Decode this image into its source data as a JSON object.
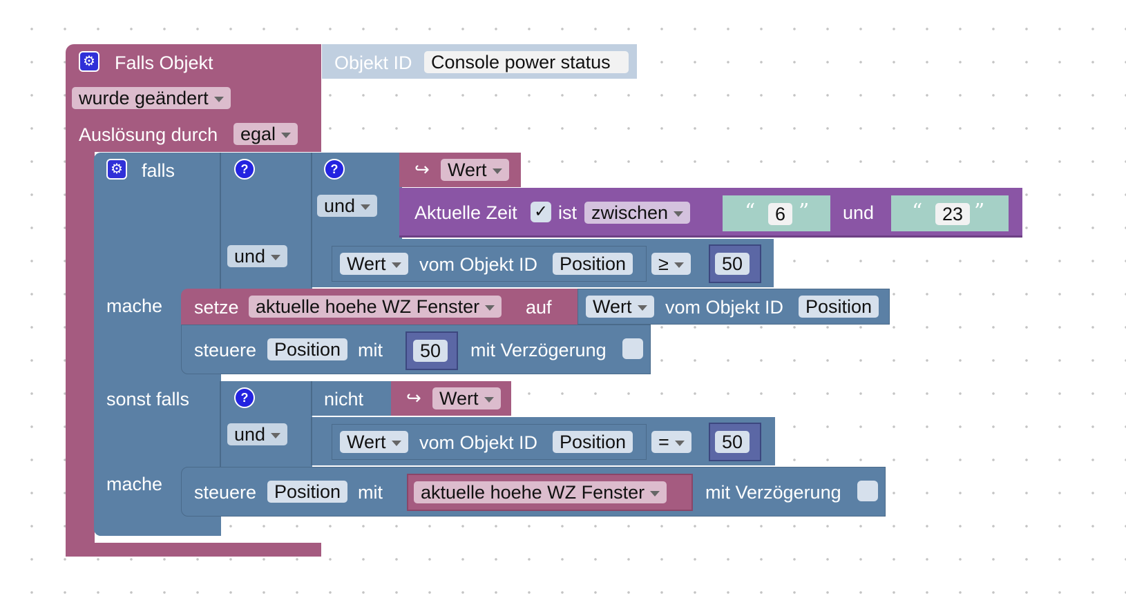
{
  "event": {
    "title": "Falls Objekt",
    "object_id_label": "Objekt ID",
    "object_id_value": "Console power status",
    "change_mode": "wurde geändert",
    "trigger_label": "Auslösung durch",
    "trigger_value": "egal"
  },
  "if1": {
    "falls": "falls",
    "mache": "mache",
    "and_outer": "und",
    "and_inner": "und",
    "var_value": "Wert",
    "time": {
      "label": "Aktuelle Zeit",
      "checkbox": "✓",
      "ist": "ist",
      "mode": "zwischen",
      "from": "6",
      "und": "und",
      "to": "23"
    },
    "compare": {
      "prop": "Wert",
      "vom": "vom Objekt ID",
      "object": "Position",
      "op": "≥",
      "value": "50"
    },
    "set": {
      "setze": "setze",
      "var": "aktuelle hoehe WZ Fenster",
      "auf": "auf",
      "prop": "Wert",
      "vom": "vom Objekt ID",
      "object": "Position"
    },
    "control": {
      "steuere": "steuere",
      "object": "Position",
      "mit": "mit",
      "value": "50",
      "delay": "mit Verzögerung"
    }
  },
  "elseif": {
    "sonst_falls": "sonst falls",
    "mache": "mache",
    "nicht": "nicht",
    "var_value": "Wert",
    "and": "und",
    "compare": {
      "prop": "Wert",
      "vom": "vom Objekt ID",
      "object": "Position",
      "op": "=",
      "value": "50"
    },
    "control": {
      "steuere": "steuere",
      "object": "Position",
      "mit": "mit",
      "var": "aktuelle hoehe WZ Fenster",
      "delay": "mit Verzögerung"
    }
  },
  "colors": {
    "event_block": "#a55b80",
    "control_block": "#5b80a5",
    "time_block": "#8a55a5",
    "text_block": "#a5d0c6",
    "number_block": "#5b67a5"
  }
}
